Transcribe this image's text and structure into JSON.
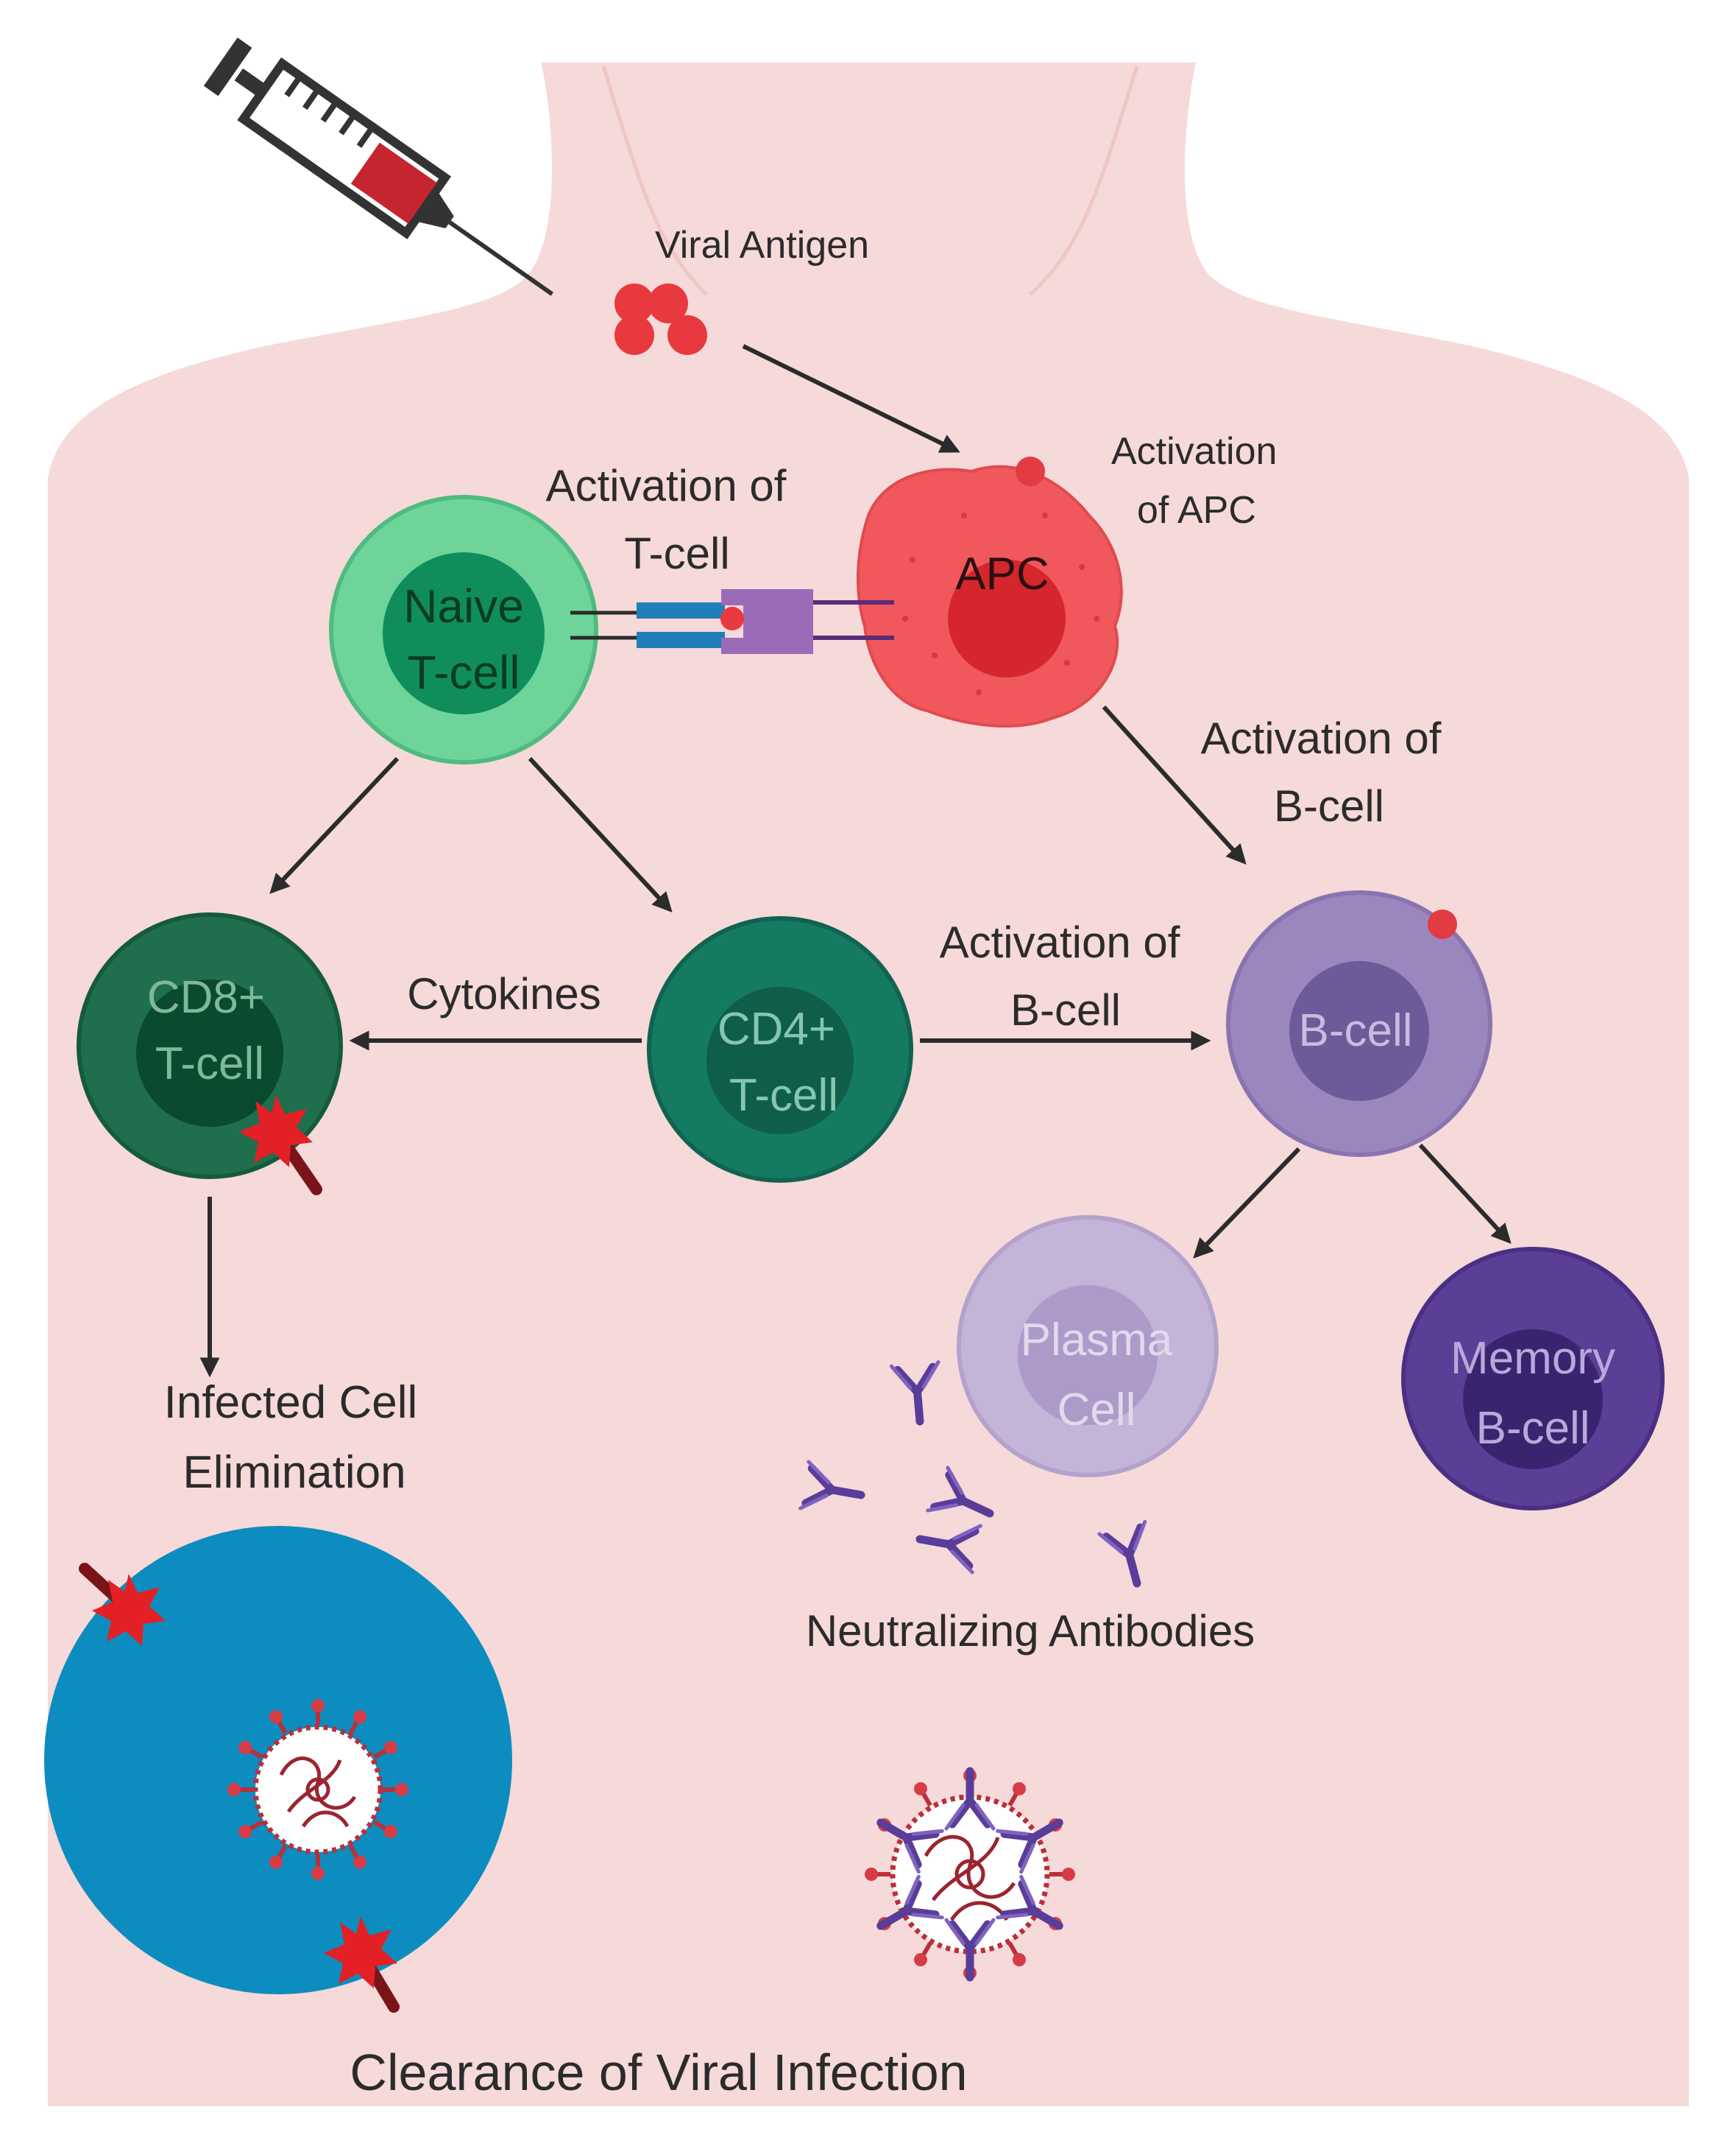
{
  "labels": {
    "viral_antigen": "Viral  Antigen",
    "activation_of_apc_1": "Activation",
    "activation_of_apc_2": "of APC",
    "activation_of_tcell_1": "Activation of",
    "activation_of_tcell_2": "T-cell",
    "activation_of_bcell_a_1": "Activation of",
    "activation_of_bcell_a_2": "B-cell",
    "activation_of_bcell_b_1": "Activation of",
    "activation_of_bcell_b_2": "B-cell",
    "cytokines": "Cytokines",
    "infected_cell_1": "Infected Cell",
    "infected_cell_2": "Elimination",
    "neutralizing_antibodies": "Neutralizing Antibodies",
    "clearance": "Clearance of Viral Infection"
  },
  "cells": {
    "apc": "APC",
    "naive_1": "Naive",
    "naive_2": "T-cell",
    "cd8_1": "CD8+",
    "cd8_2": "T-cell",
    "cd4_1": "CD4+",
    "cd4_2": "T-cell",
    "bcell": "B-cell",
    "plasma_1": "Plasma",
    "plasma_2": "Cell",
    "memory_1": "Memory",
    "memory_2": "B-cell"
  },
  "colors": {
    "background": "#f7dede",
    "body": "#f5d3d3",
    "apc": "#f0585c",
    "naive": "#6fd49a",
    "cd8": "#1f6e4d",
    "cd4": "#157a62",
    "bcell": "#9b86bd",
    "plasma": "#c3b4d8",
    "memory": "#5b3e96",
    "infected_cell": "#0d8cbf",
    "antigen": "#e8393e",
    "antibody": "#5a3d99"
  }
}
